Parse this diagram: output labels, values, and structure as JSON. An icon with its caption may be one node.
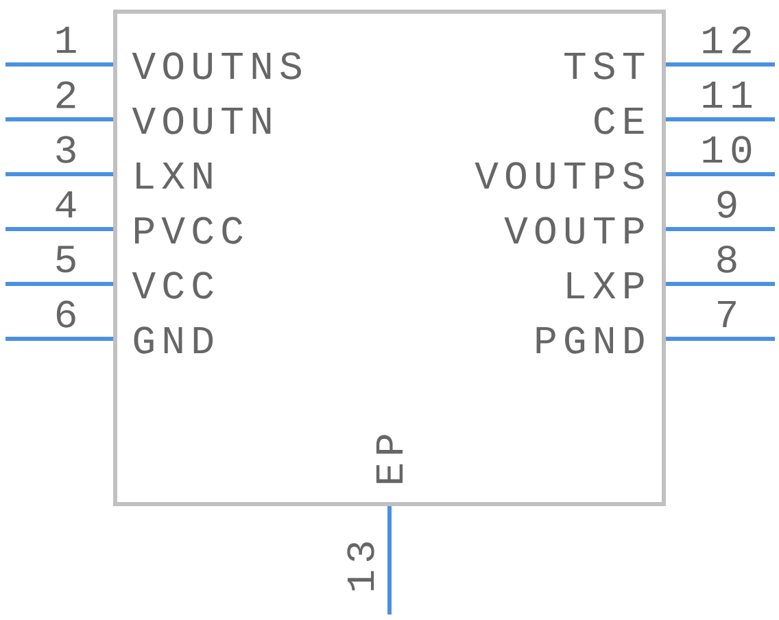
{
  "diagram": {
    "nodes": [
      {
        "text": [],
        "shape": "box"
      }
    ],
    "labels": [
      "1",
      "12",
      "VOUTNS",
      "TST",
      "2",
      "11",
      "VOUTN",
      "CE",
      "3",
      "10",
      "LXN",
      "VOUTPS",
      "4",
      "9",
      "PVCC",
      "VOUTP",
      "5",
      "8",
      "VCC",
      "LXP",
      "6",
      "7",
      "GND",
      "PGND",
      "EP",
      "13"
    ]
  }
}
